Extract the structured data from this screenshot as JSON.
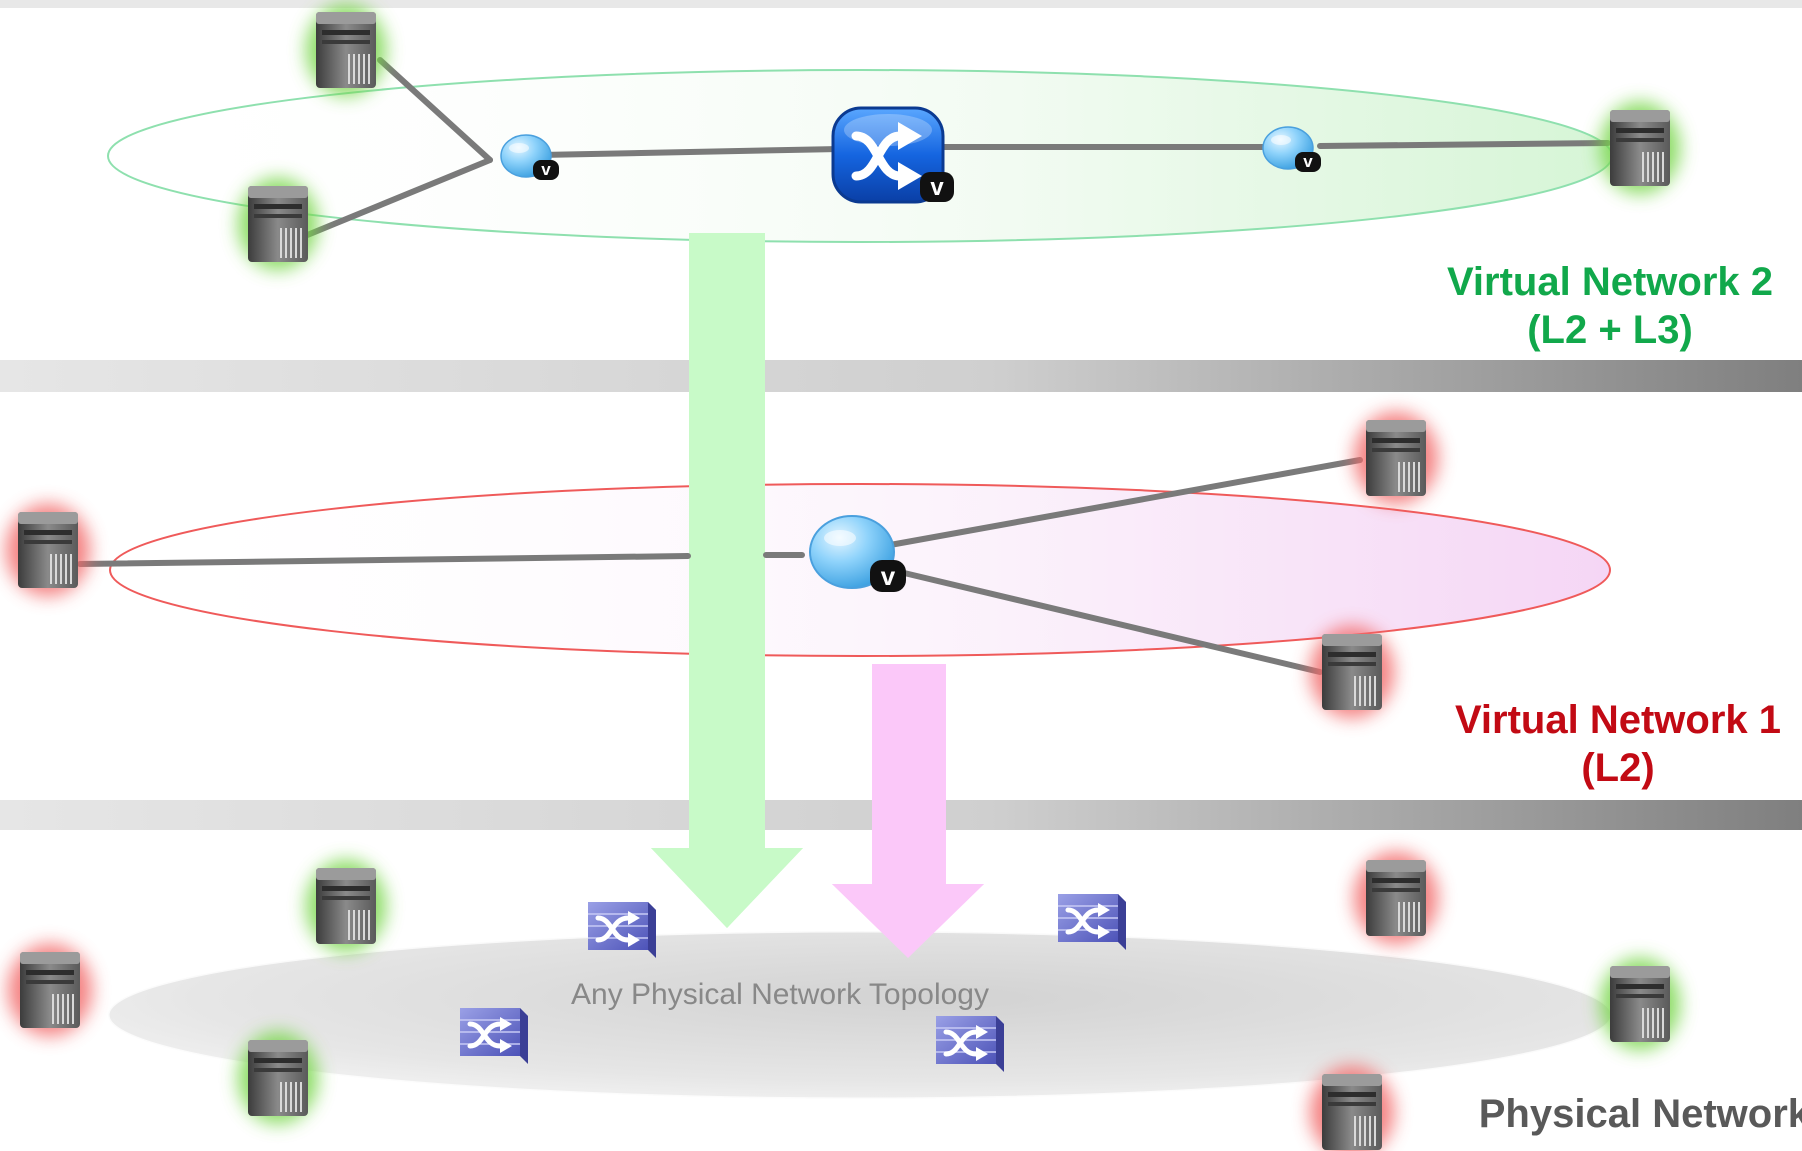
{
  "colors": {
    "vn2": "#11a84b",
    "vn1": "#c20a14",
    "physical": "#595959",
    "topology_text": "#888888",
    "green_arrow": "#c8fac8",
    "pink_arrow": "#fbc8f9",
    "link": "#7a7a7a"
  },
  "layers": {
    "vn2": {
      "title": "Virtual Network 2",
      "subtitle": "(L2 + L3)",
      "node_badge": "v"
    },
    "vn1": {
      "title": "Virtual Network 1",
      "subtitle": "(L2)",
      "node_badge": "v"
    },
    "physical": {
      "title": "Physical Network",
      "topology_label": "Any Physical Network Topology"
    }
  },
  "icons": {
    "server": "server-icon",
    "virtual_switch": "virtual-switch-icon",
    "virtual_router": "virtual-router-icon",
    "physical_switch": "physical-switch-icon"
  }
}
